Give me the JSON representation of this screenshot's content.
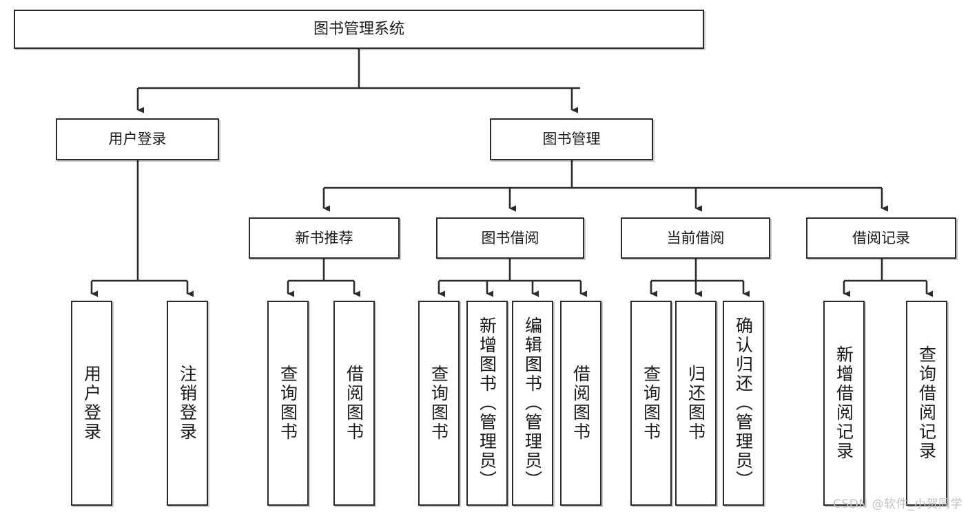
{
  "diagram": {
    "title": "图书管理系统",
    "type": "hierarchy-tree",
    "nodes": {
      "root": {
        "label": "图书管理系统"
      },
      "level2": [
        {
          "id": "user-login",
          "label": "用户登录"
        },
        {
          "id": "book-manage",
          "label": "图书管理"
        }
      ],
      "level3": [
        {
          "id": "new-book-recommend",
          "label": "新书推荐"
        },
        {
          "id": "book-borrow",
          "label": "图书借阅"
        },
        {
          "id": "current-borrow",
          "label": "当前借阅"
        },
        {
          "id": "borrow-record",
          "label": "借阅记录"
        }
      ],
      "leaves": [
        {
          "id": "leaf-user-login",
          "label": "用户登录",
          "parent": "user-login"
        },
        {
          "id": "leaf-logout",
          "label": "注销登录",
          "parent": "user-login"
        },
        {
          "id": "leaf-query-book-1",
          "label": "查询图书",
          "parent": "new-book-recommend"
        },
        {
          "id": "leaf-borrow-book-1",
          "label": "借阅图书",
          "parent": "new-book-recommend"
        },
        {
          "id": "leaf-query-book-2",
          "label": "查询图书",
          "parent": "book-borrow"
        },
        {
          "id": "leaf-add-book",
          "label": "新增图书（管理员）",
          "parent": "book-borrow"
        },
        {
          "id": "leaf-edit-book",
          "label": "编辑图书（管理员）",
          "parent": "book-borrow"
        },
        {
          "id": "leaf-borrow-book-2",
          "label": "借阅图书",
          "parent": "book-borrow"
        },
        {
          "id": "leaf-query-book-3",
          "label": "查询图书",
          "parent": "current-borrow"
        },
        {
          "id": "leaf-return-book",
          "label": "归还图书",
          "parent": "current-borrow"
        },
        {
          "id": "leaf-confirm-return",
          "label": "确认归还（管理员）",
          "parent": "current-borrow"
        },
        {
          "id": "leaf-add-record",
          "label": "新增借阅记录",
          "parent": "borrow-record"
        },
        {
          "id": "leaf-query-record",
          "label": "查询借阅记录",
          "parent": "borrow-record"
        }
      ]
    },
    "colors": {
      "box_border": "#2b2b2b",
      "box_fill": "#ffffff",
      "connector": "#2b2b2b",
      "text": "#1b1b1b",
      "watermark": "#c2c2c2"
    }
  },
  "watermark": {
    "text": "CSDN @软件_小贺同学"
  }
}
